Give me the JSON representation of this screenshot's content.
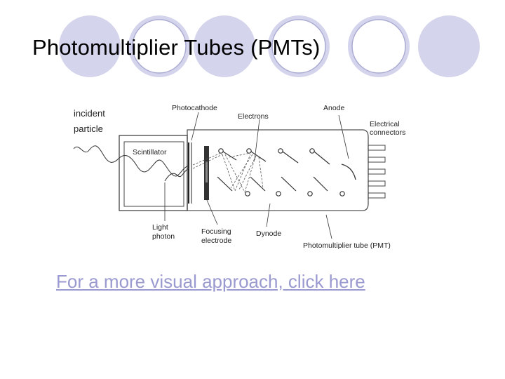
{
  "slide": {
    "title": "Photomultiplier Tubes (PMTs)",
    "link_text": "For a more visual approach, click here"
  },
  "colors": {
    "circle_fill": "#d4d4ec",
    "circle_stroke": "#aaaad2",
    "link": "#9a9ad0"
  },
  "diagram": {
    "labels": {
      "incident_line1": "incident",
      "incident_line2": "particle",
      "photocathode": "Photocathode",
      "electrons": "Electrons",
      "anode": "Anode",
      "connectors_line1": "Electrical",
      "connectors_line2": "connectors",
      "scintillator": "Scintillator",
      "light_line1": "Light",
      "light_line2": "photon",
      "focusing_line1": "Focusing",
      "focusing_line2": "electrode",
      "dynode": "Dynode",
      "pmt": "Photomultiplier tube (PMT)"
    }
  }
}
